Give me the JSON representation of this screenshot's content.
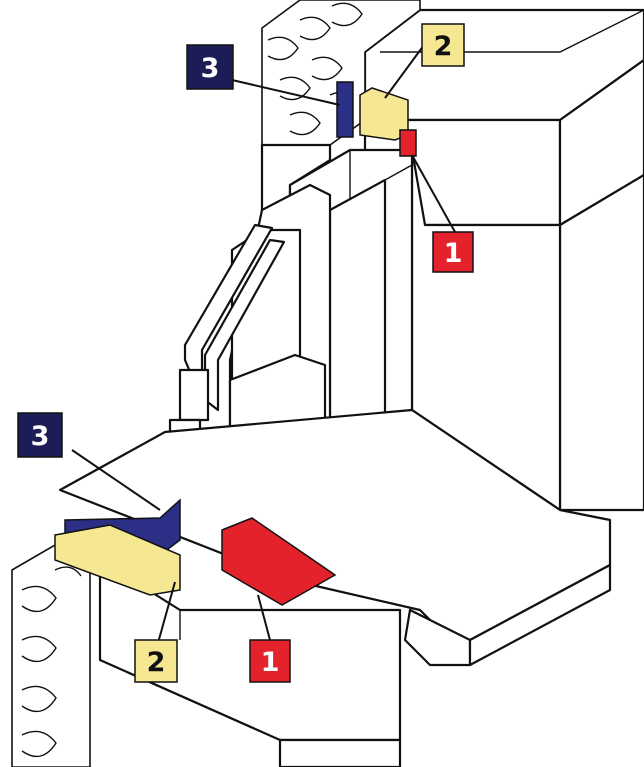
{
  "colors": {
    "red": "#e3222b",
    "yellow": "#f6e793",
    "blue": "#2b2f86",
    "navy": "#1c1d57",
    "line": "#111111"
  },
  "callouts": [
    {
      "id": "top-1",
      "label": "1",
      "color_key": "red",
      "text_color": "#ffffff"
    },
    {
      "id": "top-2",
      "label": "2",
      "color_key": "yellow",
      "text_color": "#111111"
    },
    {
      "id": "top-3",
      "label": "3",
      "color_key": "navy",
      "text_color": "#ffffff"
    },
    {
      "id": "bottom-1",
      "label": "1",
      "color_key": "red",
      "text_color": "#ffffff"
    },
    {
      "id": "bottom-2",
      "label": "2",
      "color_key": "yellow",
      "text_color": "#111111"
    },
    {
      "id": "bottom-3",
      "label": "3",
      "color_key": "navy",
      "text_color": "#ffffff"
    }
  ]
}
